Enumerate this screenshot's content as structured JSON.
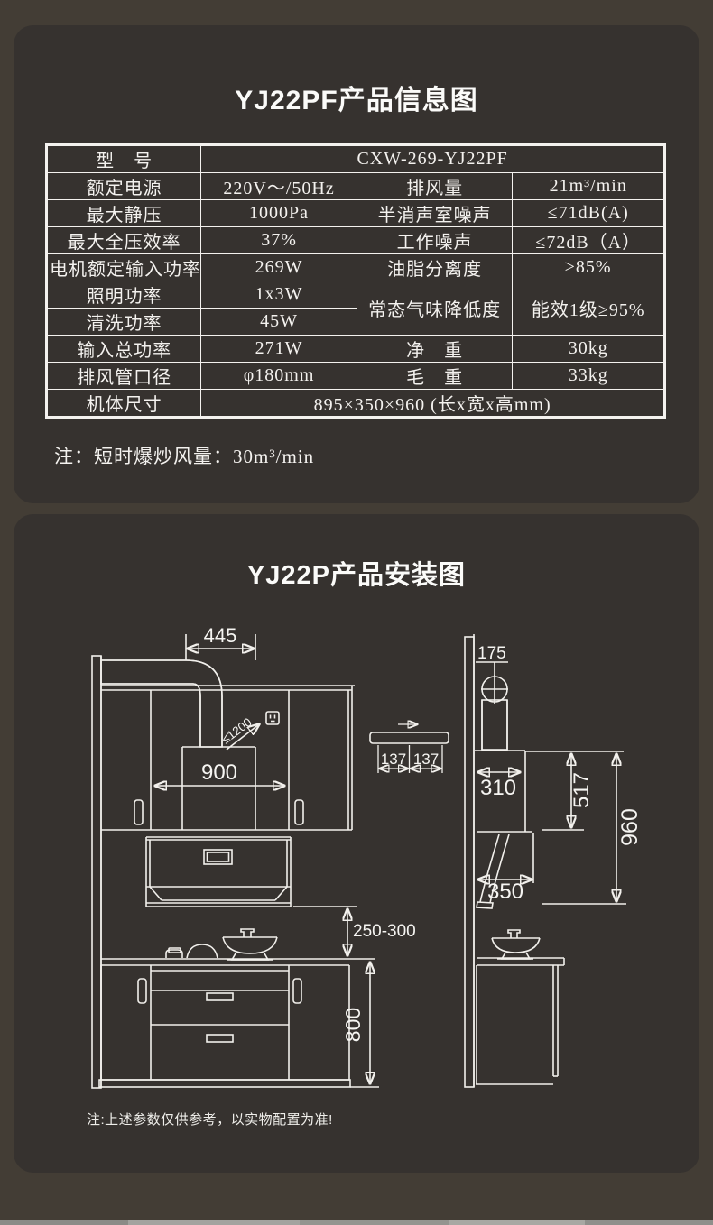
{
  "info_card": {
    "title": "YJ22PF产品信息图",
    "note": "注：短时爆炒风量：30m³/min",
    "table": {
      "rows": [
        [
          {
            "t": "型　号"
          },
          {
            "t": "CXW-269-YJ22PF",
            "colspan": 3
          }
        ],
        [
          {
            "t": "额定电源"
          },
          {
            "t": "220V～/50Hz"
          },
          {
            "t": "排风量"
          },
          {
            "t": "21m³/min"
          }
        ],
        [
          {
            "t": "最大静压"
          },
          {
            "t": "1000Pa"
          },
          {
            "t": "半消声室噪声"
          },
          {
            "t": "≤71dB(A)"
          }
        ],
        [
          {
            "t": "最大全压效率"
          },
          {
            "t": "37%"
          },
          {
            "t": "工作噪声"
          },
          {
            "t": "≤72dB（A）"
          }
        ],
        [
          {
            "t": "电机额定输入功率"
          },
          {
            "t": "269W"
          },
          {
            "t": "油脂分离度"
          },
          {
            "t": "≥85%"
          }
        ],
        [
          {
            "t": "照明功率"
          },
          {
            "t": "1x3W"
          },
          {
            "t": "常态气味降低度",
            "rowspan": 2
          },
          {
            "t": "能效1级≥95%",
            "rowspan": 2
          }
        ],
        [
          {
            "t": "清洗功率"
          },
          {
            "t": "45W"
          }
        ],
        [
          {
            "t": "输入总功率"
          },
          {
            "t": "271W"
          },
          {
            "t": "净　重"
          },
          {
            "t": "30kg"
          }
        ],
        [
          {
            "t": "排风管口径"
          },
          {
            "t": "φ180mm"
          },
          {
            "t": "毛　重"
          },
          {
            "t": "33kg"
          }
        ],
        [
          {
            "t": "机体尺寸"
          },
          {
            "t": "895×350×960 (长x宽x高mm)",
            "colspan": 3
          }
        ]
      ]
    }
  },
  "install_card": {
    "title": "YJ22P产品安装图",
    "note": "注:上述参数仅供参考，以实物配置为准!",
    "dims": {
      "d445": "445",
      "d900": "900",
      "d1200": "≤1200",
      "d137a": "137",
      "d137b": "137",
      "d175": "175",
      "d310": "310",
      "d350": "350",
      "d517": "517",
      "d960": "960",
      "d250300": "250-300",
      "d800": "800"
    }
  }
}
